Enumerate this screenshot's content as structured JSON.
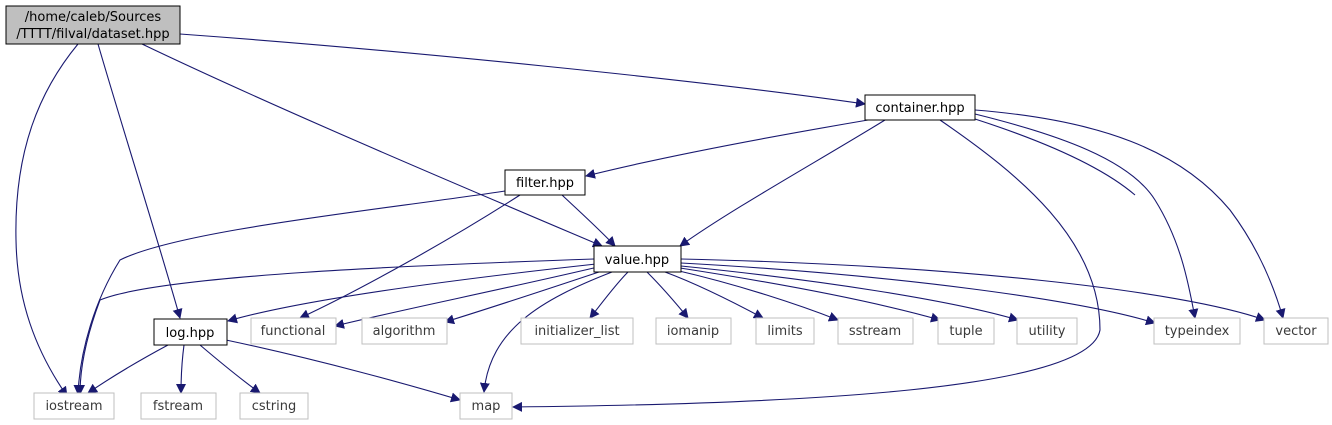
{
  "graph": {
    "root": {
      "line1": "/home/caleb/Sources",
      "line2": "/TTTT/filval/dataset.hpp"
    },
    "nodes": {
      "container": "container.hpp",
      "filter": "filter.hpp",
      "value": "value.hpp",
      "log": "log.hpp",
      "functional": "functional",
      "algorithm": "algorithm",
      "initializer_list": "initializer_list",
      "iomanip": "iomanip",
      "limits": "limits",
      "sstream": "sstream",
      "tuple": "tuple",
      "utility": "utility",
      "typeindex": "typeindex",
      "vector": "vector",
      "iostream": "iostream",
      "fstream": "fstream",
      "cstring": "cstring",
      "map": "map"
    },
    "colors": {
      "edge": "#191970",
      "root_fill": "#bfbfbf",
      "file_border": "#000000",
      "external_border": "#bfbfbf"
    }
  }
}
